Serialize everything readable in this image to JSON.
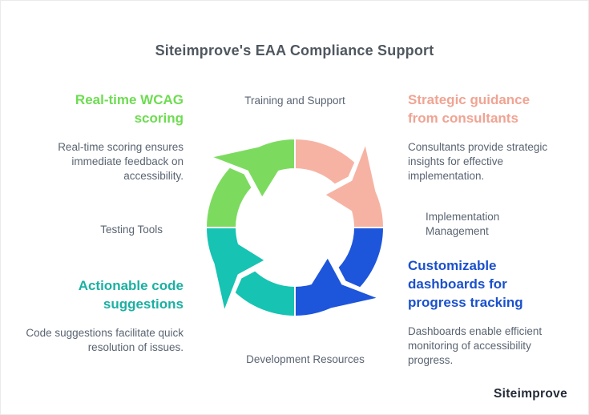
{
  "title": "Siteimprove's EAA Compliance Support",
  "brand": {
    "logo_text": "Siteimprove"
  },
  "quadrants": {
    "top_left": {
      "heading": "Real-time WCAG scoring",
      "body": "Real-time scoring ensures immediate feedback on accessibility."
    },
    "top_right": {
      "heading": "Strategic guidance from consultants",
      "body": "Consultants provide strategic insights for effective implementation."
    },
    "bottom_left": {
      "heading": "Actionable code suggestions",
      "body": "Code suggestions facilitate quick resolution of issues."
    },
    "bottom_right": {
      "heading": "Customizable dashboards for progress tracking",
      "body": "Dashboards enable efficient monitoring of accessibility progress."
    }
  },
  "cycle_labels": {
    "top": "Training and Support",
    "left": "Testing Tools",
    "right": "Implementation Management",
    "bottom": "Development Resources"
  },
  "colors": {
    "green_arc": "#7CDB5F",
    "salmon_arc": "#F6B3A3",
    "blue_arc": "#1D55DB",
    "teal_arc": "#17C3B2",
    "green_heading": "#6EDC52",
    "salmon_heading": "#F0A493",
    "blue_heading": "#1B50CC",
    "teal_heading": "#1BB0A2",
    "title_color": "#4F575F",
    "body_gray": "#5A6472",
    "logo_color": "#252B37"
  }
}
